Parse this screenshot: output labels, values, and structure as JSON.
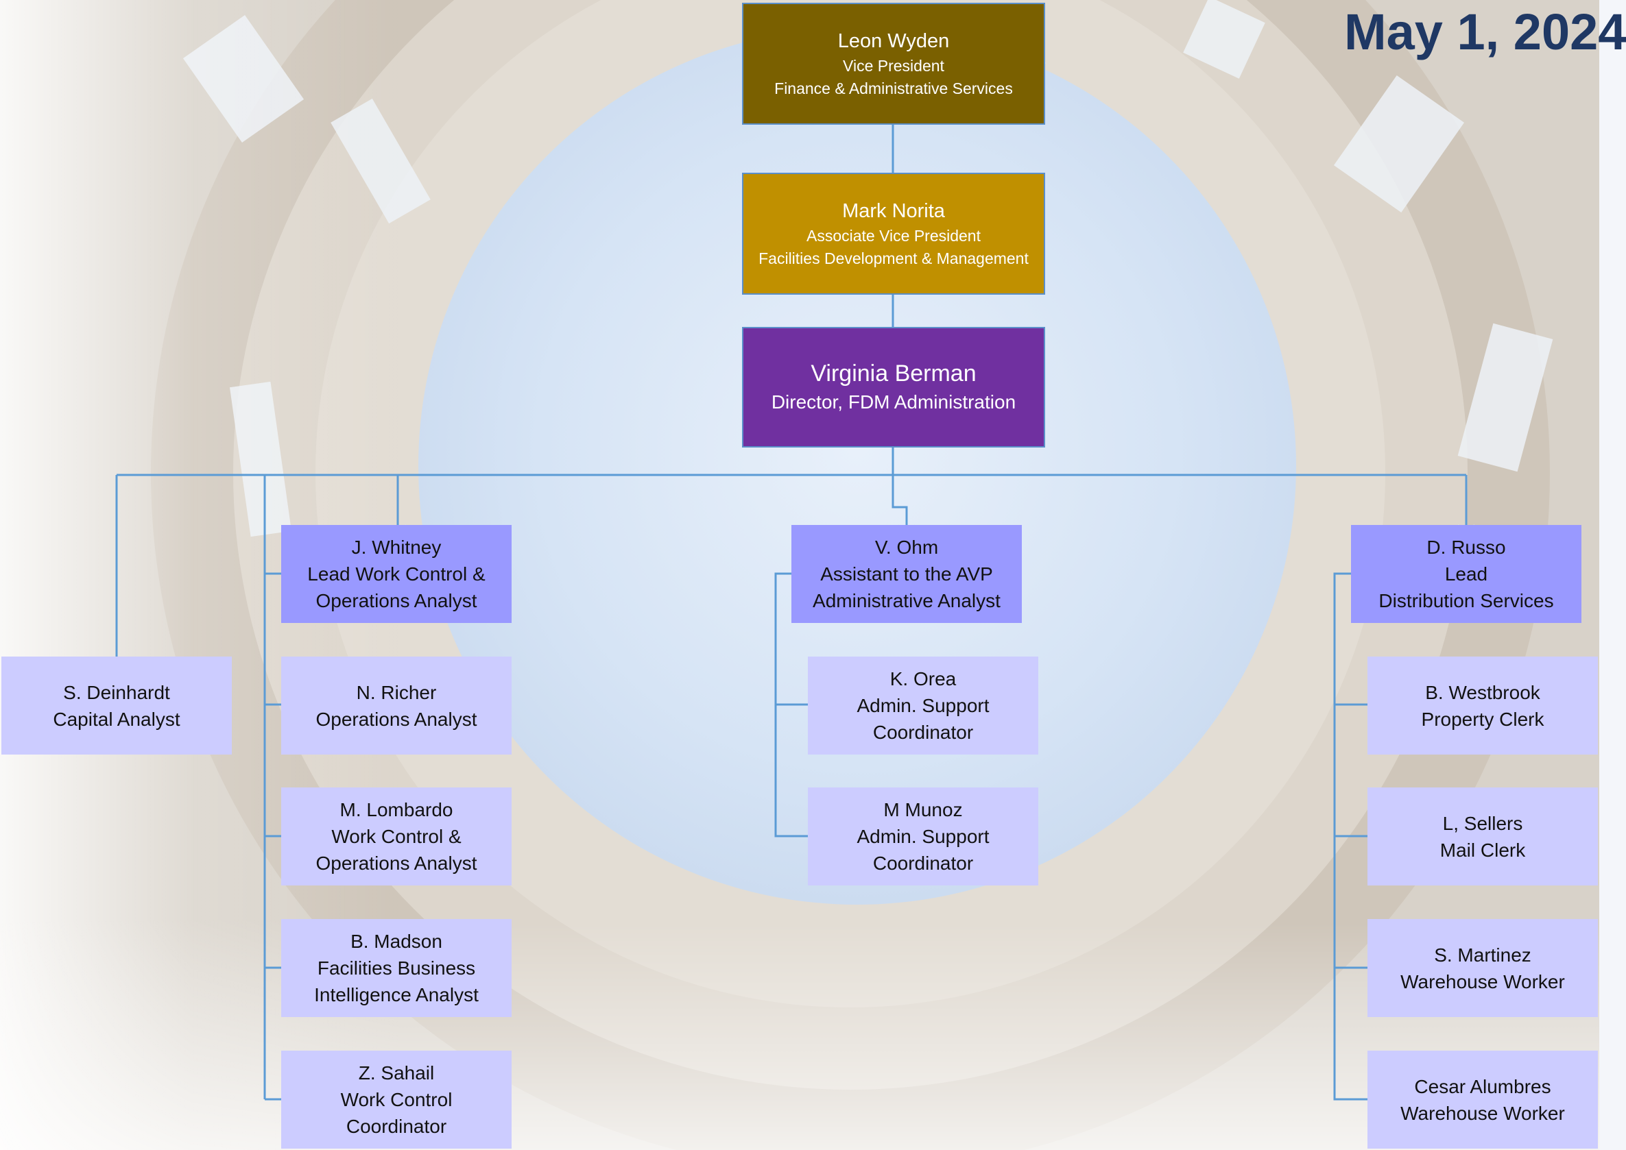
{
  "date": "May 1, 2024",
  "colors": {
    "vp": "#7a6000",
    "avp": "#c09000",
    "director": "#7030a0",
    "lead": "#9999ff",
    "staff": "#ccccff",
    "connector": "#5b9bd5",
    "title": "#1f3864"
  },
  "vp": {
    "name": "Leon Wyden",
    "title": "Vice President",
    "unit": "Finance & Administrative Services"
  },
  "avp": {
    "name": "Mark Norita",
    "title": "Associate Vice President",
    "unit": "Facilities Development & Management"
  },
  "director": {
    "name": "Virginia Berman",
    "title": "Director, FDM Administration"
  },
  "capital": {
    "name": "S. Deinhardt",
    "title": "Capital Analyst"
  },
  "ops": {
    "lead": {
      "name": "J. Whitney",
      "line2": "Lead Work Control &",
      "line3": "Operations Analyst"
    },
    "staff": [
      {
        "name": "N. Richer",
        "line2": "Operations Analyst"
      },
      {
        "name": "M. Lombardo",
        "line2": "Work Control &",
        "line3": "Operations Analyst"
      },
      {
        "name": "B. Madson",
        "line2": "Facilities Business",
        "line3": "Intelligence  Analyst"
      },
      {
        "name": "Z. Sahail",
        "line2": "Work Control",
        "line3": "Coordinator"
      }
    ]
  },
  "admin": {
    "lead": {
      "name": "V. Ohm",
      "line2": "Assistant to the AVP",
      "line3": "Administrative Analyst"
    },
    "staff": [
      {
        "name": "K. Orea",
        "line2": "Admin. Support",
        "line3": "Coordinator"
      },
      {
        "name": "M Munoz",
        "line2": "Admin. Support",
        "line3": "Coordinator"
      }
    ]
  },
  "dist": {
    "lead": {
      "name": "D. Russo",
      "line2": "Lead",
      "line3": "Distribution Services"
    },
    "staff": [
      {
        "name": "B. Westbrook",
        "line2": "Property Clerk"
      },
      {
        "name": "L, Sellers",
        "line2": "Mail Clerk"
      },
      {
        "name": "S. Martinez",
        "line2": "Warehouse Worker"
      },
      {
        "name": "Cesar Alumbres",
        "line2": "Warehouse Worker"
      }
    ]
  }
}
